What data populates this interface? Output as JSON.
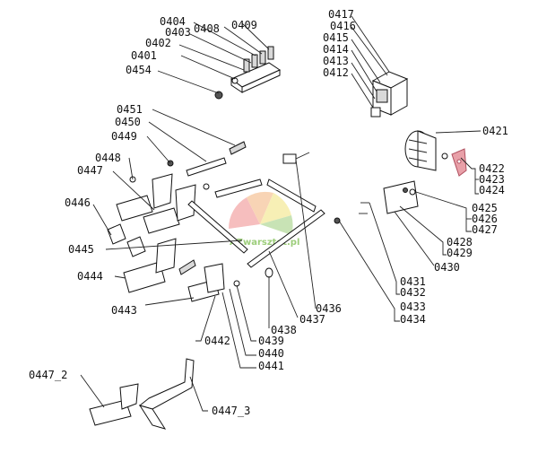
{
  "labels": {
    "l0401": "0401",
    "l0402": "0402",
    "l0403": "0403",
    "l0404": "0404",
    "l0408": "0408",
    "l0409": "0409",
    "l0454": "0454",
    "l0412": "0412",
    "l0413": "0413",
    "l0414": "0414",
    "l0415": "0415",
    "l0416": "0416",
    "l0417": "0417",
    "l0421": "0421",
    "l0422": "0422",
    "l0423": "0423",
    "l0424": "0424",
    "l0425": "0425",
    "l0426": "0426",
    "l0427": "0427",
    "l0428": "0428",
    "l0429": "0429",
    "l0430": "0430",
    "l0431": "0431",
    "l0432": "0432",
    "l0433": "0433",
    "l0434": "0434",
    "l0436": "0436",
    "l0437": "0437",
    "l0438": "0438",
    "l0439": "0439",
    "l0440": "0440",
    "l0441": "0441",
    "l0442": "0442",
    "l0443": "0443",
    "l0444": "0444",
    "l0445": "0445",
    "l0446": "0446",
    "l0447": "0447",
    "l0448": "0448",
    "l0449": "0449",
    "l0450": "0450",
    "l0451": "0451",
    "l0447_2": "0447_2",
    "l0447_3": "0447_3"
  },
  "watermark": "AZwarsztat.pl",
  "colors": {
    "highlight": "#e8a0a8",
    "wm_green": "#9ccd7a",
    "wm_yellow": "#f2e27a",
    "wm_orange": "#f4b27a",
    "wm_red": "#ef8a8a"
  }
}
